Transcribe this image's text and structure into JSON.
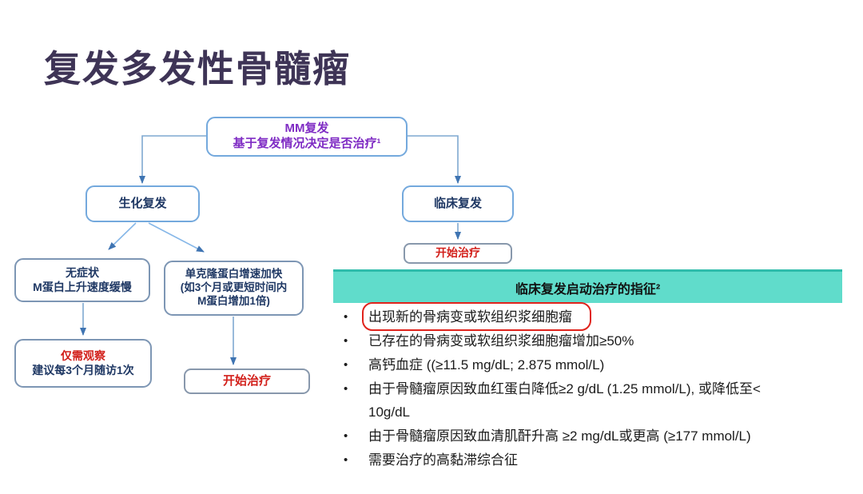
{
  "title": "复发多发性骨髓瘤",
  "flowchart": {
    "mm": {
      "line1": "MM复发",
      "line2": "基于复发情况决定是否治疗¹"
    },
    "biochemical": {
      "label": "生化复发"
    },
    "clinical": {
      "label": "临床复发"
    },
    "asymptomatic": {
      "line1": "无症状",
      "line2": "M蛋白上升速度缓慢"
    },
    "monoclonal": {
      "line1": "单克隆蛋白增速加快",
      "line2": "(如3个月或更短时间内",
      "line3": "M蛋白增加1倍)"
    },
    "observe": {
      "line1": "仅需观察",
      "line2": "建议每3个月随访1次"
    },
    "treat_left": {
      "label": "开始治疗"
    },
    "treat_right": {
      "label": "开始治疗"
    }
  },
  "indications": {
    "header": "临床复发启动治疗的指征²",
    "bullet": "•",
    "items": [
      {
        "text": "出现新的骨病变或软组织浆细胞瘤",
        "highlighted": true
      },
      {
        "text": "已存在的骨病变或软组织浆细胞瘤增加≥50%",
        "highlighted": false
      },
      {
        "text": "高钙血症 ((≥11.5 mg/dL; 2.875 mmol/L)",
        "highlighted": false
      },
      {
        "text": "由于骨髓瘤原因致血红蛋白降低≥2 g/dL (1.25 mmol/L), 或降低至< 10g/dL",
        "highlighted": false
      },
      {
        "text": "由于骨髓瘤原因致血清肌酐升高 ≥2 mg/dL或更高 (≥177 mmol/L)",
        "highlighted": false
      },
      {
        "text": "需要治疗的高黏滞综合征",
        "highlighted": false
      }
    ]
  },
  "colors": {
    "title_purple": "#3e3456",
    "accent_purple": "#7f2cc4",
    "dark_blue": "#1f3864",
    "alert_red": "#d21f1a",
    "highlight_border_red": "#e0231c",
    "teal_bar": "#60dccb",
    "box_border_blue": "#74a9dd",
    "arrow_blue": "#3f74b2"
  }
}
